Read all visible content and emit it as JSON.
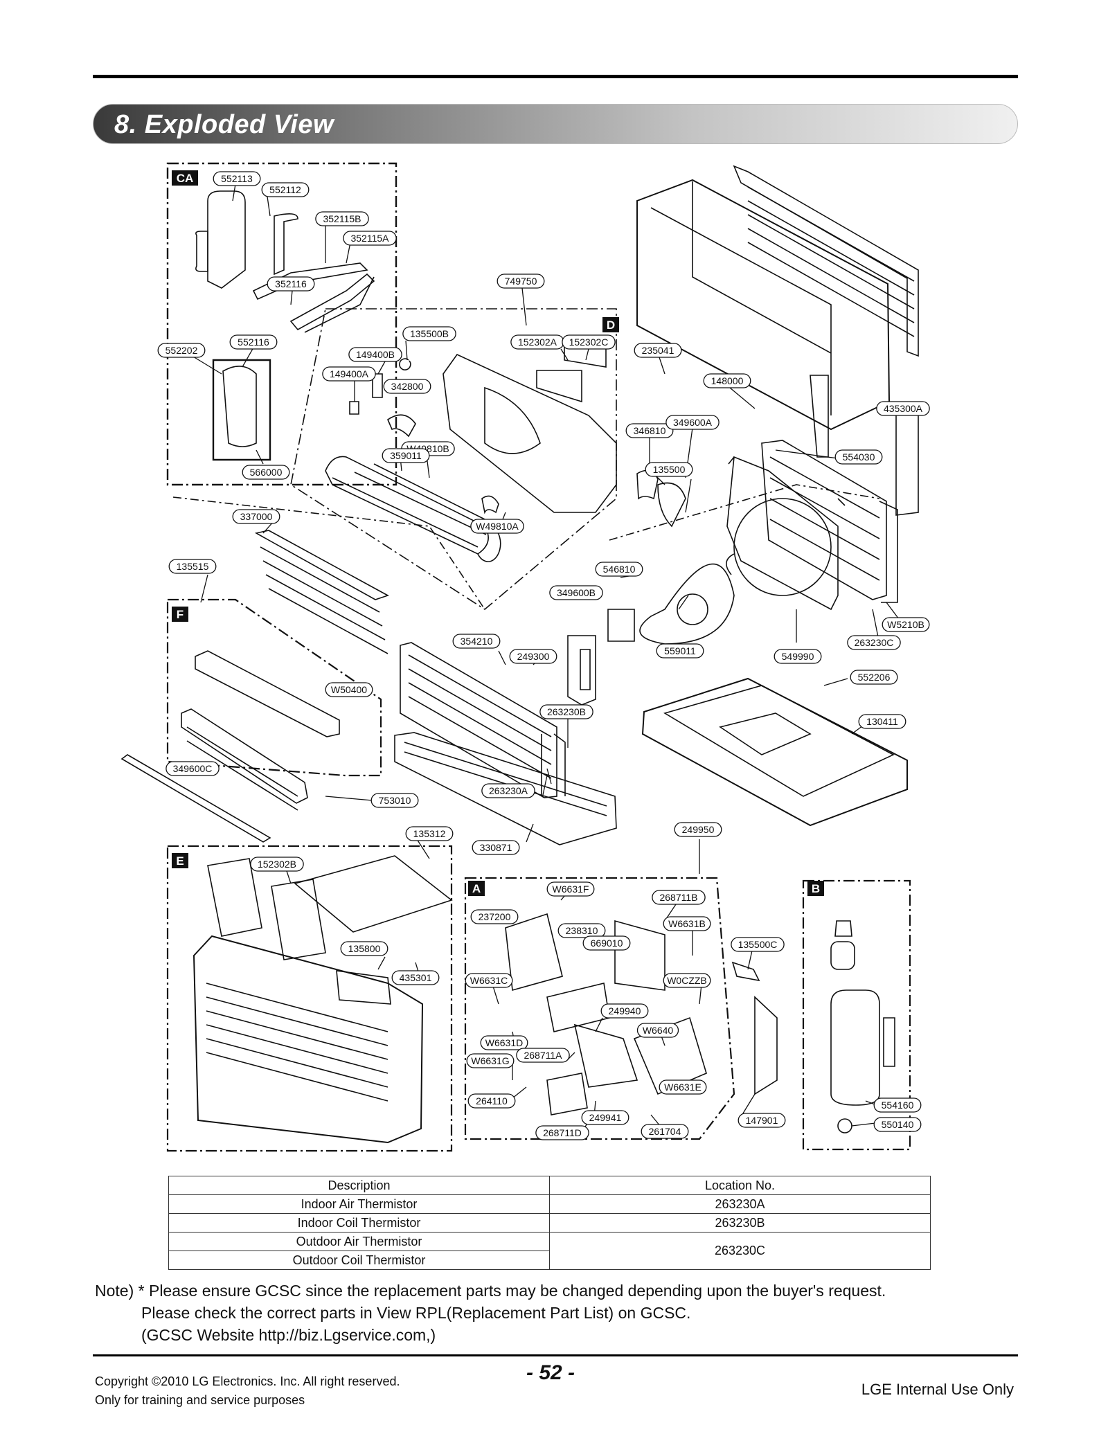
{
  "header": {
    "section_title": "8. Exploded View"
  },
  "boxes": {
    "CA": "CA",
    "D": "D",
    "F": "F",
    "E": "E",
    "A": "A",
    "B": "B"
  },
  "callouts": {
    "c552113": "552113",
    "c552112": "552112",
    "c352115B": "352115B",
    "c352115A": "352115A",
    "c352116": "352116",
    "c552202": "552202",
    "c552116": "552116",
    "c566000": "566000",
    "c749750": "749750",
    "c135500B": "135500B",
    "c149400B": "149400B",
    "c149400A": "149400A",
    "c342800": "342800",
    "c152302A": "152302A",
    "c152302C": "152302C",
    "c235041": "235041",
    "c148000": "148000",
    "c435300A": "435300A",
    "c346810": "346810",
    "c349600A": "349600A",
    "c135500": "135500",
    "cW49810B": "W49810B",
    "c359011": "359011",
    "c554030": "554030",
    "cW49810A": "W49810A",
    "c337000": "337000",
    "c135515": "135515",
    "c546810": "546810",
    "c349600B": "349600B",
    "cW5210B": "W5210B",
    "c263230C": "263230C",
    "c354210": "354210",
    "c249300": "249300",
    "c559011": "559011",
    "c549990": "549990",
    "c552206": "552206",
    "cW50400": "W50400",
    "c263230B": "263230B",
    "c130411": "130411",
    "c349600C": "349600C",
    "c263230A": "263230A",
    "c753010": "753010",
    "c135312": "135312",
    "c330871": "330871",
    "c249950": "249950",
    "c152302B": "152302B",
    "cW6631F": "W6631F",
    "c268711B": "268711B",
    "c237200": "237200",
    "c238310": "238310",
    "cW6631B": "W6631B",
    "c669010": "669010",
    "c135500C": "135500C",
    "c135800": "135800",
    "c435301": "435301",
    "cW6631C": "W6631C",
    "cW0CZZB": "W0CZZB",
    "c249940": "249940",
    "cW6640": "W6640",
    "cW6631D": "W6631D",
    "cW6631G": "W6631G",
    "c268711A": "268711A",
    "cW6631E": "W6631E",
    "c264110": "264110",
    "c249941": "249941",
    "c261704": "261704",
    "c268711D": "268711D",
    "c147901": "147901",
    "c554160": "554160",
    "c550140": "550140"
  },
  "table": {
    "headers": [
      "Description",
      "Location No."
    ],
    "rows": [
      [
        "Indoor Air Thermistor",
        "263230A"
      ],
      [
        "Indoor Coil Thermistor",
        "263230B"
      ],
      [
        "Outdoor Air Thermistor",
        "263230C"
      ],
      [
        "Outdoor Coil Thermistor",
        ""
      ]
    ]
  },
  "note": {
    "line1": "Note) * Please ensure GCSC since the replacement parts may be changed depending upon the buyer's request.",
    "line2": "Please check  the correct parts in View RPL(Replacement Part List) on GCSC.",
    "line3": "(GCSC Website  http://biz.Lgservice.com,)"
  },
  "footer": {
    "copyright": "Copyright ©2010 LG Electronics. Inc. All right reserved.",
    "training": "Only for training and service purposes",
    "page_number": "- 52 -",
    "internal": "LGE Internal Use Only"
  }
}
